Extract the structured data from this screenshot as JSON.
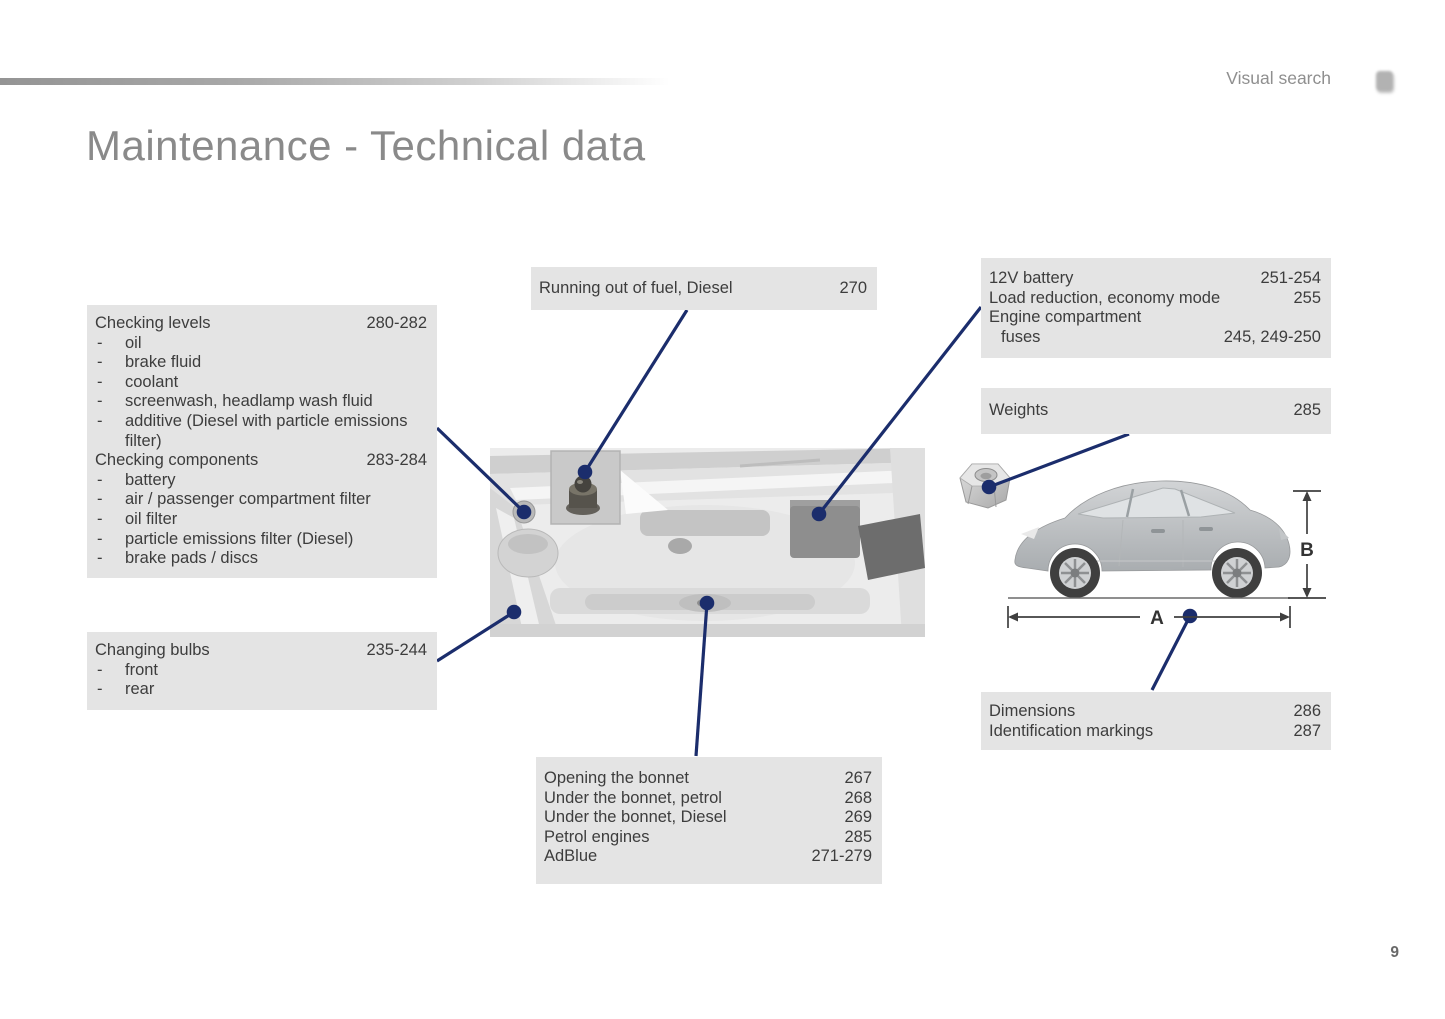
{
  "header": {
    "label": "Visual search",
    "thumb_icon": "page-thumbnail-icon"
  },
  "title": "Maintenance - Technical data",
  "page_number": "9",
  "colors": {
    "accent_navy": "#1b2d6c",
    "box_bg": "#e4e4e4",
    "title_gray": "#8a8a8a"
  },
  "car": {
    "label_a": "A",
    "label_b": "B"
  },
  "icons": {
    "nut": "nut-icon",
    "oil_cap": "oil-filler-cap-icon"
  },
  "boxes": {
    "checking": {
      "sections": [
        {
          "title": "Checking levels",
          "pages": "280-282",
          "items": [
            "oil",
            "brake fluid",
            "coolant",
            "screenwash, headlamp wash fluid",
            "additive (Diesel with particle emissions filter)"
          ]
        },
        {
          "title": "Checking components",
          "pages": "283-284",
          "items": [
            "battery",
            "air / passenger compartment filter",
            "oil filter",
            "particle emissions filter (Diesel)",
            "brake pads / discs"
          ]
        }
      ]
    },
    "bulbs": {
      "title": "Changing bulbs",
      "pages": "235-244",
      "items": [
        "front",
        "rear"
      ]
    },
    "fuel": {
      "rows": [
        {
          "label": "Running out of fuel, Diesel",
          "pages": "270"
        }
      ]
    },
    "battery": {
      "rows": [
        {
          "label": "12V battery",
          "pages": "251-254"
        },
        {
          "label": "Load reduction, economy mode",
          "pages": "255"
        },
        {
          "label": "Engine compartment",
          "pages": ""
        },
        {
          "label": "fuses",
          "pages": "245, 249-250"
        }
      ]
    },
    "weights": {
      "rows": [
        {
          "label": "Weights",
          "pages": "285"
        }
      ]
    },
    "dimensions": {
      "rows": [
        {
          "label": "Dimensions",
          "pages": "286"
        },
        {
          "label": "Identification markings",
          "pages": "287"
        }
      ]
    },
    "bonnet": {
      "rows": [
        {
          "label": "Opening the bonnet",
          "pages": "267"
        },
        {
          "label": "Under the bonnet, petrol",
          "pages": "268"
        },
        {
          "label": "Under the bonnet, Diesel",
          "pages": "269"
        },
        {
          "label": "Petrol engines",
          "pages": "285"
        },
        {
          "label": "AdBlue",
          "pages": "271-279"
        }
      ]
    }
  }
}
